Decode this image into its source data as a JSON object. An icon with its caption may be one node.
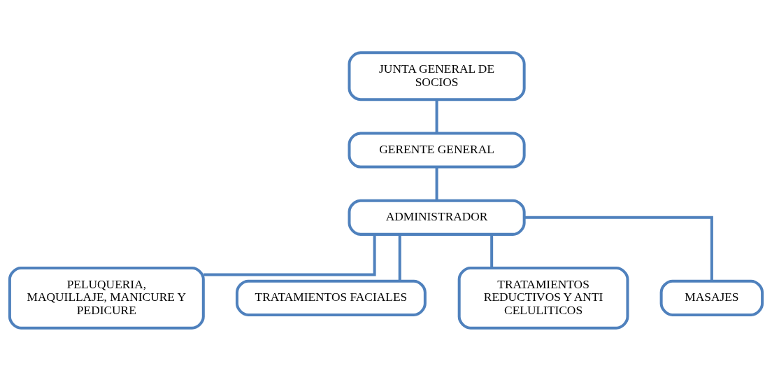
{
  "diagram": {
    "nodes": [
      {
        "text": [
          "JUNTA GENERAL DE SOCIOS"
        ]
      },
      {
        "text": [
          "GERENTE GENERAL"
        ]
      },
      {
        "text": [
          "ADMINISTRADOR"
        ]
      },
      {
        "text": [
          "PELUQUERIA, MAQUILLAJE, MANICURE Y PEDICURE"
        ]
      },
      {
        "text": [
          "TRATAMIENTOS FACIALES"
        ]
      },
      {
        "text": [
          "TRATAMIENTOS REDUCTIVOS Y ANTI CELULITICOS"
        ]
      },
      {
        "text": [
          "MASAJES"
        ]
      }
    ],
    "edges": [
      {
        "from": 0,
        "to": 1,
        "arrow": "none"
      },
      {
        "from": 1,
        "to": 2,
        "arrow": "none"
      },
      {
        "from": 2,
        "to": 3,
        "arrow": "none"
      },
      {
        "from": 2,
        "to": 4,
        "arrow": "none"
      },
      {
        "from": 2,
        "to": 5,
        "arrow": "none"
      },
      {
        "from": 2,
        "to": 6,
        "arrow": "none"
      }
    ]
  }
}
